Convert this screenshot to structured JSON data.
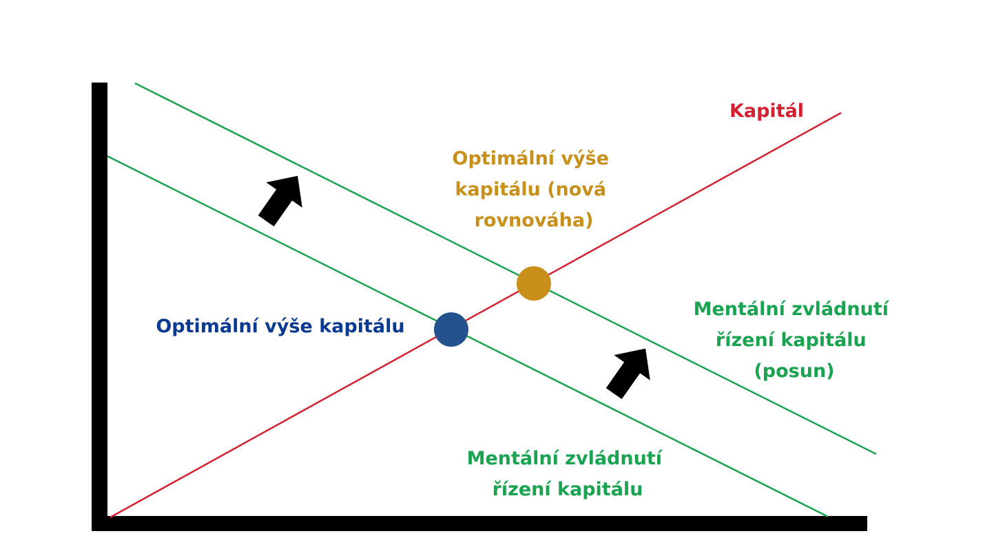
{
  "colors": {
    "axis": "#000000",
    "capital_line": "#d6202f",
    "management_lines": "#1aa351",
    "point_original": "#23528f",
    "point_new": "#c8901a",
    "label_capital": "#d6202f",
    "label_original_point": "#0b3a93",
    "label_new_point": "#c8901a",
    "label_management": "#1aa351",
    "arrows": "#000000"
  },
  "labels": {
    "capital": "Kapitál",
    "optimal_original": "Optimální výše kapitálu",
    "optimal_new": [
      "Optimální výše",
      "kapitálu (nová",
      "rovnováha)"
    ],
    "management_shifted": [
      "Mentální zvládnutí",
      "řízení kapitálu",
      "(posun)"
    ],
    "management_original": [
      "Mentální zvládnutí",
      "řízení kapitálu"
    ]
  },
  "shift_direction": "up-right",
  "icons": [
    "shift-arrow-icon",
    "shift-arrow-icon"
  ]
}
